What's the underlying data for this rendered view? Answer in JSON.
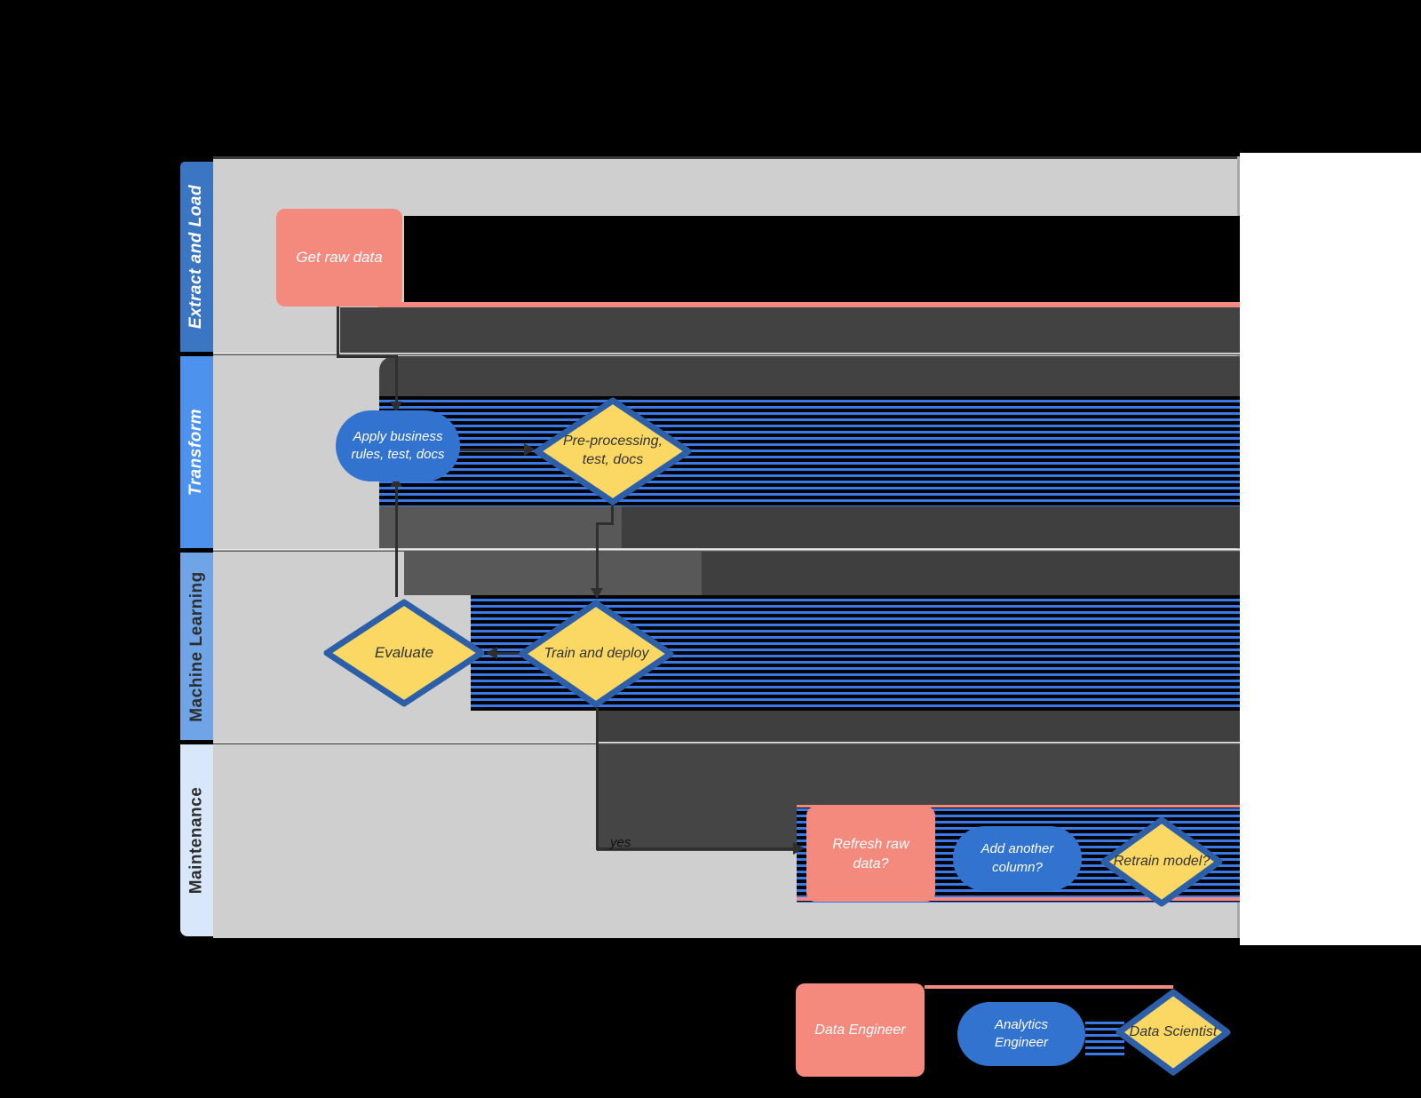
{
  "diagram": {
    "title_hint": "swimlane-flowchart",
    "lanes": [
      {
        "label": "Extract and Load",
        "strip_color": "#3b76c3",
        "text_color": "#ffffff"
      },
      {
        "label": "Transform",
        "strip_color": "#4d93ee",
        "text_color": "#ffffff"
      },
      {
        "label": "Machine Learning",
        "strip_color": "#6fa5e6",
        "text_color": "#2d2d2d"
      },
      {
        "label": "Maintenance",
        "strip_color": "#d8e7f9",
        "text_color": "#2d2d2d"
      }
    ],
    "nodes": {
      "get_raw_data": {
        "label": "Get raw data",
        "shape": "rounded-rect",
        "color": "#f4897d",
        "lane": "Extract and Load"
      },
      "apply_rules": {
        "label": "Apply business rules, test, docs",
        "shape": "stadium",
        "color": "#3273d0",
        "lane": "Transform"
      },
      "preprocessing": {
        "label": "Pre-processing, test, docs",
        "shape": "diamond",
        "color": "#fad863",
        "lane": "Transform"
      },
      "evaluate": {
        "label": "Evaluate",
        "shape": "diamond",
        "color": "#fad863",
        "lane": "Machine Learning"
      },
      "train_deploy": {
        "label": "Train and deploy",
        "shape": "diamond",
        "color": "#fad863",
        "lane": "Machine Learning"
      },
      "refresh_raw": {
        "label": "Refresh raw data?",
        "shape": "rounded-rect",
        "color": "#f4897d",
        "lane": "Maintenance"
      },
      "add_column": {
        "label": "Add another column?",
        "shape": "stadium",
        "color": "#3273d0",
        "lane": "Maintenance"
      },
      "retrain": {
        "label": "Retrain model?",
        "shape": "diamond",
        "color": "#fad863",
        "lane": "Maintenance"
      }
    },
    "edges": {
      "yes_label": "yes"
    }
  },
  "legend": {
    "items": [
      {
        "label": "Data Engineer",
        "shape": "rounded-rect",
        "color": "#f4897d"
      },
      {
        "label": "Analytics Engineer",
        "shape": "stadium",
        "color": "#3273d0"
      },
      {
        "label": "Data Scientist",
        "shape": "diamond",
        "color": "#fad863"
      }
    ]
  },
  "colors": {
    "page_background": "#000000",
    "right_margin": "#ffffff",
    "lane_background": "#cfcfcf",
    "band_dark": "#424242",
    "band_medium": "#585858",
    "stripe_blue": "#3b79e9",
    "smear_salmon": "#f4897d",
    "diamond_border": "#2c5fa8",
    "connector": "#2f2f2f"
  }
}
